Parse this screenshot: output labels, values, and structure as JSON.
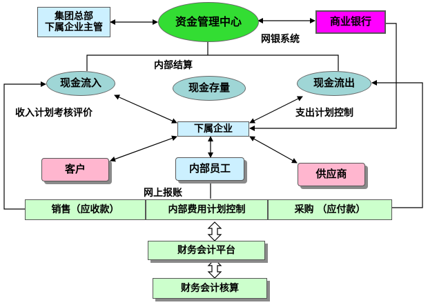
{
  "nodes": {
    "hq": [
      "集团总部",
      "下属企业主管"
    ],
    "fund_center": "资金管理中心",
    "bank": "商业银行",
    "cash_in": "现金流入",
    "cash_store": "现金存量",
    "cash_out": "现金流出",
    "subsidiary": "下属企业",
    "customer": "客户",
    "staff": "内部员工",
    "supplier": "供应商",
    "sales": "销售（应收款）",
    "expense_control": "内部费用计划控制",
    "purchase": "采购 （应付款）",
    "fin_platform": "财务会计平台",
    "fin_accounting": "财务会计核算"
  },
  "labels": {
    "online_bank": "网银系统",
    "internal_settlement": "内部结算",
    "income_plan": "收入计划考核评价",
    "expense_plan": "支出计划控制",
    "online_reimburse": "网上报账"
  },
  "colors": {
    "fund_center": "#33dd33",
    "bank": "#ff00ff",
    "oval_blue": "#9fd6d6",
    "light_green": "#ccffcc",
    "light_blue": "#ccf0ff",
    "pink": "#ffb6cf"
  }
}
